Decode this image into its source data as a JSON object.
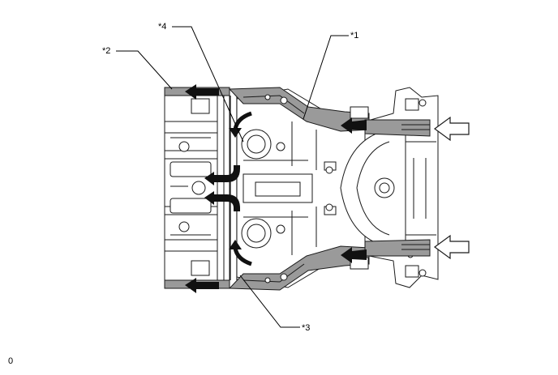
{
  "callouts": {
    "c1": "*1",
    "c2": "*2",
    "c3": "*3",
    "c4": "*4"
  },
  "footer": {
    "code": "0"
  },
  "colors": {
    "line": "#1a1a1a",
    "member_fill": "#9a9a9a",
    "body_fill": "#ffffff",
    "flow_arrow": "#111111"
  },
  "icons": {
    "force_arrow": "hollow-arrow-left",
    "flow_arrow": "solid-arrow"
  }
}
